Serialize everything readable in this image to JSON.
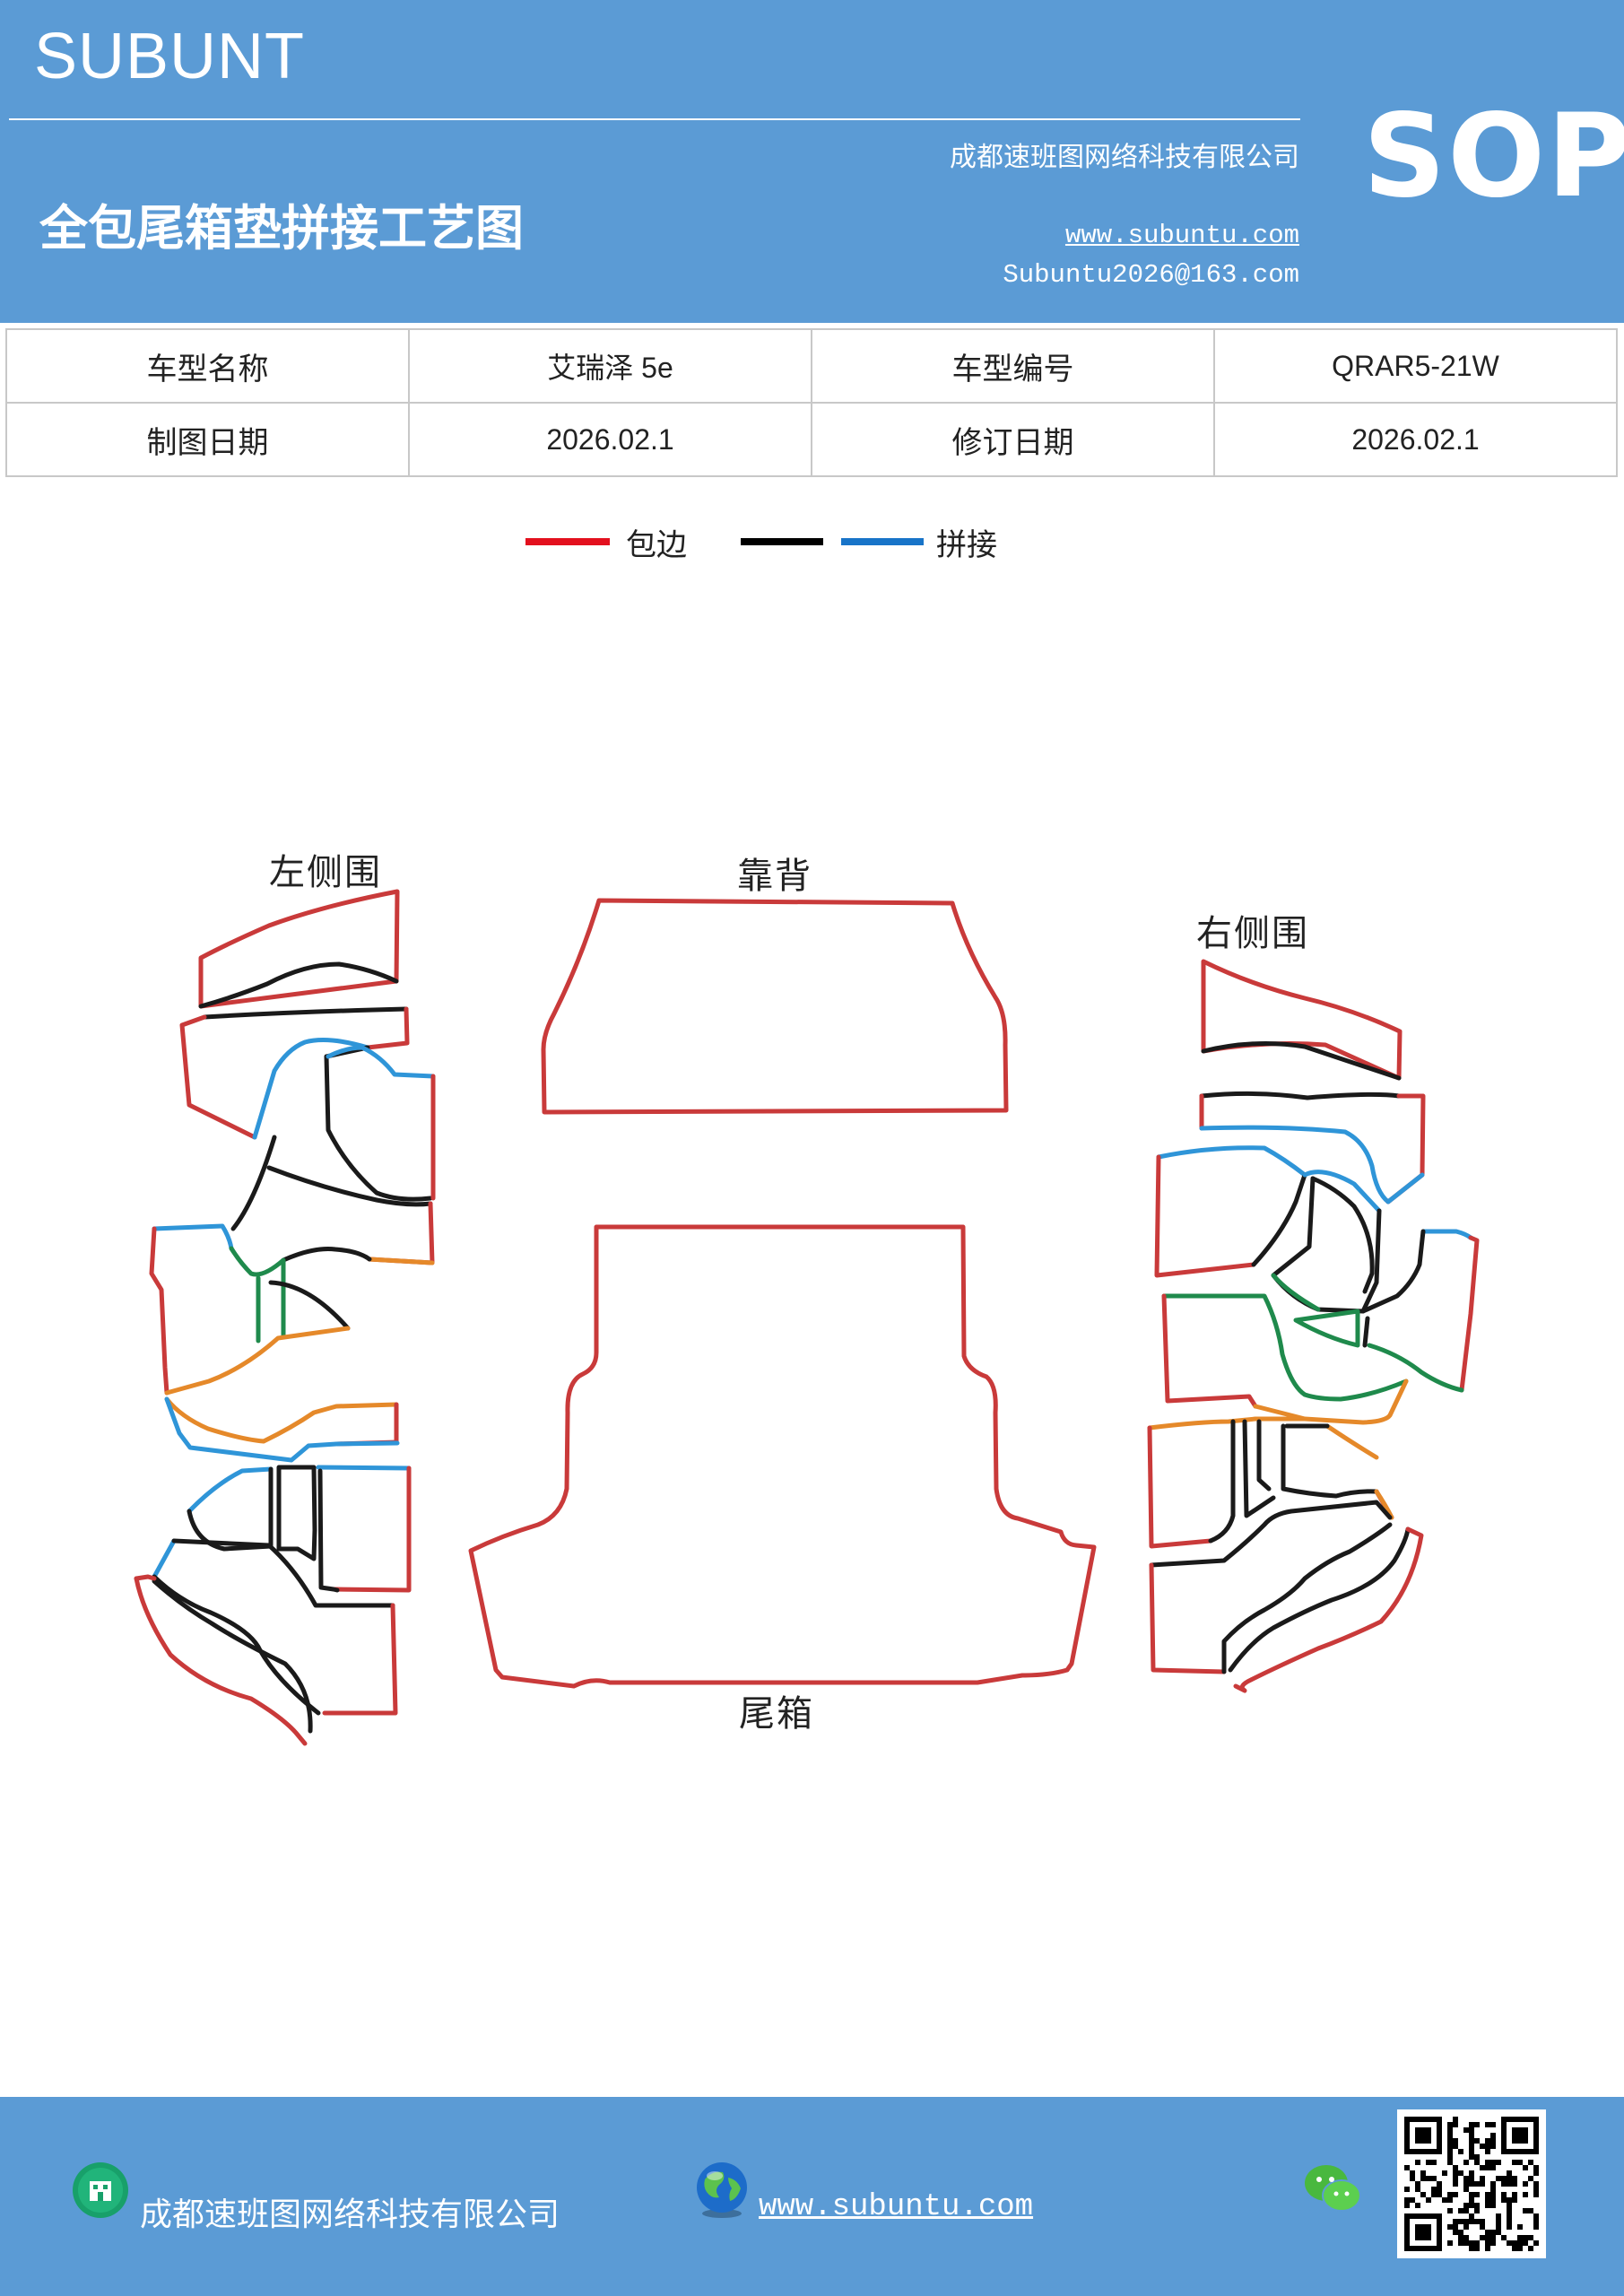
{
  "header": {
    "brand": "SUBUNT",
    "company": "成都速班图网络科技有限公司",
    "title": "全包尾箱垫拼接工艺图",
    "website": "www.subuntu.com",
    "email": "Subuntu2026@163.com",
    "badge": "SOP",
    "color": "#5b9bd5"
  },
  "info_table": {
    "rows": [
      [
        {
          "label": "车型名称",
          "value": "艾瑞泽 5e"
        },
        {
          "label": "车型编号",
          "value": "QRAR5-21W"
        }
      ],
      [
        {
          "label": "制图日期",
          "value": "2026.02.1"
        },
        {
          "label": "修订日期",
          "value": "2026.02.1"
        }
      ]
    ]
  },
  "legend": {
    "items": [
      {
        "label": "包边",
        "color": "#e3101e"
      },
      {
        "label": "",
        "color": "#000000"
      },
      {
        "label": "拼接",
        "color": "#1874c8"
      }
    ]
  },
  "diagram": {
    "labels": {
      "left": "左侧围",
      "back": "靠背",
      "right": "右侧围",
      "trunk": "尾箱"
    },
    "colors": {
      "edge": "#c93a3a",
      "seam_black": "#1a1a1a",
      "seam_blue": "#2f95d8",
      "seam_green": "#1f8a4c",
      "seam_orange": "#e5892a"
    }
  },
  "footer": {
    "company": "成都速班图网络科技有限公司",
    "website": "www.subuntu.com",
    "icons": [
      "building-icon",
      "globe-icon",
      "wechat-icon",
      "qr-code"
    ]
  }
}
